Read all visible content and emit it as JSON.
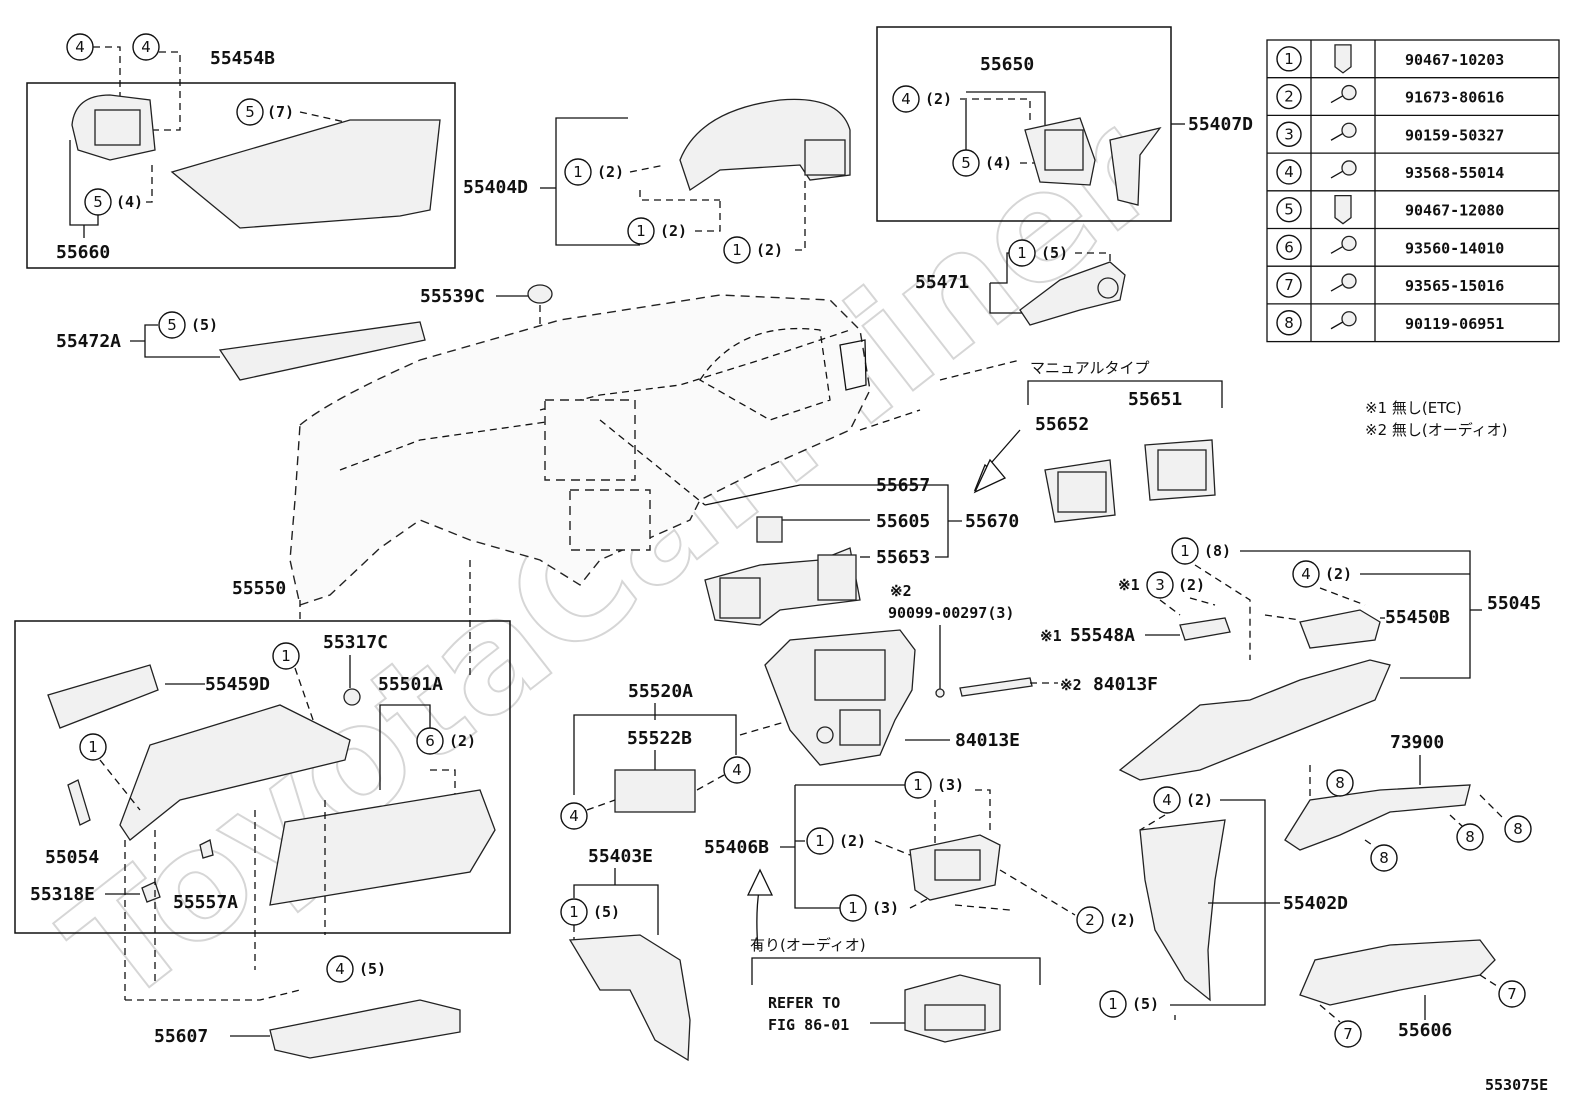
{
  "watermark": "ToyotaCarMiner",
  "figure_id": "553075E",
  "parts": {
    "p55454B": "55454B",
    "p55660": "55660",
    "p55404D": "55404D",
    "p55650": "55650",
    "p55407D": "55407D",
    "p55471": "55471",
    "p55539C": "55539C",
    "p55472A": "55472A",
    "p55652": "55652",
    "p55651": "55651",
    "p55657": "55657",
    "p55605": "55605",
    "p55670": "55670",
    "p55653": "55653",
    "p55550": "55550",
    "p55317C": "55317C",
    "p55459D": "55459D",
    "p55501A": "55501A",
    "p55054": "55054",
    "p55318E": "55318E",
    "p55557A": "55557A",
    "p55607": "55607",
    "p55520A": "55520A",
    "p55522B": "55522B",
    "p84013E": "84013E",
    "p84013F": "84013F",
    "p55548A": "55548A",
    "p55450B": "55450B",
    "p55045": "55045",
    "p73900": "73900",
    "p55403E": "55403E",
    "p55406B": "55406B",
    "p55402D": "55402D",
    "p55606": "55606",
    "p90099": "90099-00297(3)"
  },
  "qty": {
    "q2": "(2)",
    "q3": "(3)",
    "q4": "(4)",
    "q5": "(5)",
    "q7": "(7)"
  },
  "marks": {
    "m1": "※1",
    "m2": "※2"
  },
  "notes": {
    "manual_type": "マニュアルタイプ",
    "note1": "※1 無し(ETC)",
    "note2": "※2 無し(オーディオ)",
    "audio": "有り(オーディオ)",
    "refer1": "REFER TO",
    "refer2": "FIG 86-01"
  },
  "legend": [
    {
      "no": "1",
      "icon": "clip-icon",
      "part": "90467-10203"
    },
    {
      "no": "2",
      "icon": "screw-icon",
      "part": "91673-80616"
    },
    {
      "no": "3",
      "icon": "screw-icon",
      "part": "90159-50327"
    },
    {
      "no": "4",
      "icon": "screw-icon",
      "part": "93568-55014"
    },
    {
      "no": "5",
      "icon": "clip-icon",
      "part": "90467-12080"
    },
    {
      "no": "6",
      "icon": "screw-icon",
      "part": "93560-14010"
    },
    {
      "no": "7",
      "icon": "screw-icon",
      "part": "93565-15016"
    },
    {
      "no": "8",
      "icon": "screw-icon",
      "part": "90119-06951"
    }
  ]
}
